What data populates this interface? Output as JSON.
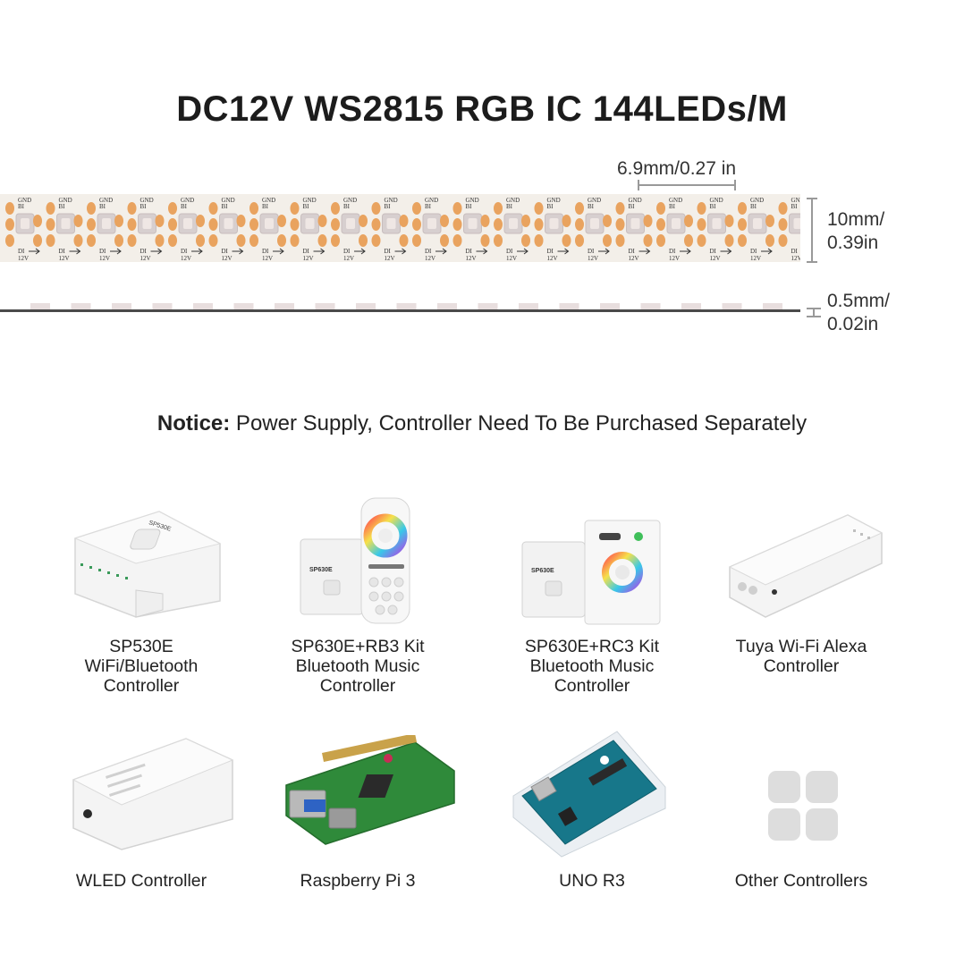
{
  "title": "DC12V WS2815 RGB IC 144LEDs/M",
  "dimensions": {
    "pitch": "6.9mm/0.27 in",
    "width_line1": "10mm/",
    "width_line2": "0.39in",
    "thickness_line1": "0.5mm/",
    "thickness_line2": "0.02in"
  },
  "strip_labels": {
    "gnd": "GND",
    "bi": "BI",
    "di": "DI",
    "v12": "12V"
  },
  "notice": {
    "label": "Notice:",
    "text": " Power Supply, Controller Need To Be Purchased Separately"
  },
  "products": [
    {
      "lines": [
        "SP530E",
        "WiFi/Bluetooth",
        "Controller"
      ],
      "icon": "sp530e-controller-image",
      "device_text": "SP530E"
    },
    {
      "lines": [
        "SP630E+RB3 Kit",
        "Bluetooth Music",
        "Controller"
      ],
      "icon": "sp630e-rb3-kit-image",
      "device_text": "SP630E"
    },
    {
      "lines": [
        "SP630E+RC3 Kit",
        "Bluetooth Music",
        "Controller"
      ],
      "icon": "sp630e-rc3-kit-image",
      "device_text": "SP630E"
    },
    {
      "lines": [
        "Tuya Wi-Fi Alexa",
        "Controller"
      ],
      "icon": "tuya-controller-image"
    },
    {
      "lines": [
        "WLED Controller"
      ],
      "icon": "wled-controller-image"
    },
    {
      "lines": [
        "Raspberry Pi 3"
      ],
      "icon": "raspberry-pi-image"
    },
    {
      "lines": [
        "UNO R3"
      ],
      "icon": "uno-r3-image"
    },
    {
      "lines": [
        "Other Controllers"
      ],
      "icon": "other-controllers-grid-icon"
    }
  ],
  "colors": {
    "strip_base": "#f3efe9",
    "led_amber": "#e9a35f",
    "led_chip": "#d7cfcf",
    "accent_text": "#1c1c1c",
    "tile_grey": "#dddddd"
  }
}
